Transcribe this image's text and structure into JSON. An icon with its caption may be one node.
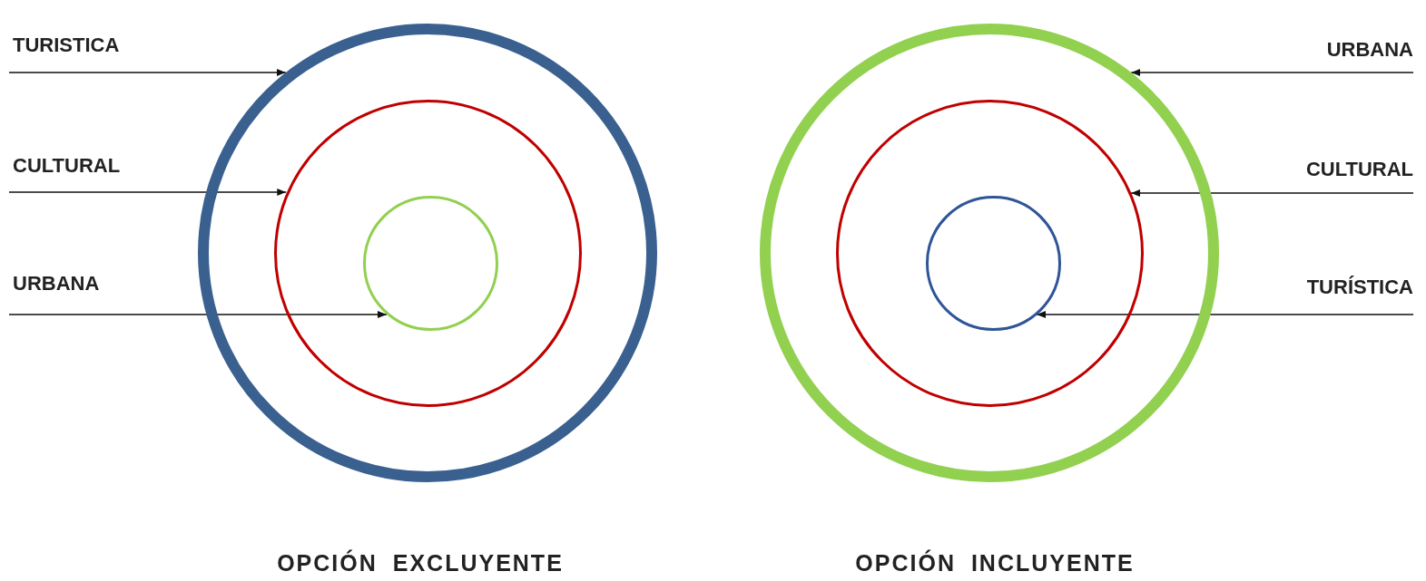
{
  "diagram": {
    "nodes": [
      {
        "text": [
          "TURISTICA"
        ]
      },
      {
        "text": [
          "CULTURAL"
        ]
      },
      {
        "text": [
          "URBANA"
        ]
      },
      {
        "text": [],
        "shape": "circle"
      },
      {
        "text": [],
        "shape": "circle",
        "in": 3
      },
      {
        "text": [],
        "shape": "circle",
        "in": 4
      },
      {
        "text": [
          "URBANA"
        ]
      },
      {
        "text": [
          "CULTURAL"
        ]
      },
      {
        "text": [
          "TURÍSTICA"
        ]
      },
      {
        "text": [],
        "shape": "circle"
      },
      {
        "text": [],
        "shape": "circle",
        "in": 9
      },
      {
        "text": [],
        "shape": "circle",
        "in": 10
      }
    ],
    "edges": [
      {
        "from": 0,
        "to": 3,
        "arrow": "to"
      },
      {
        "from": 1,
        "to": 4,
        "arrow": "to"
      },
      {
        "from": 2,
        "to": 5,
        "arrow": "to"
      },
      {
        "from": 6,
        "to": 9,
        "arrow": "to"
      },
      {
        "from": 7,
        "to": 10,
        "arrow": "to"
      },
      {
        "from": 8,
        "to": 11,
        "arrow": "to"
      }
    ],
    "labels": [
      "OPCIÓN EXCLUYENTE",
      "OPCIÓN INCLUYENTE"
    ]
  }
}
